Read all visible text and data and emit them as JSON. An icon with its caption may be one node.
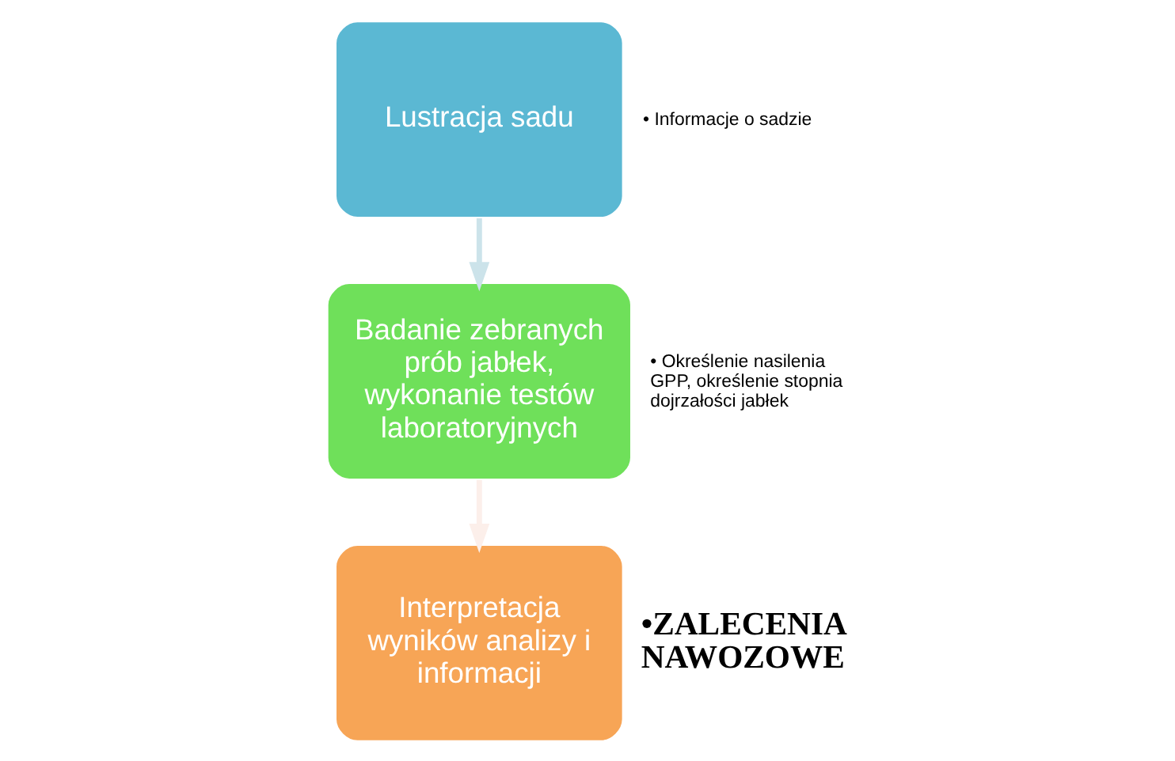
{
  "diagram": {
    "nodes": [
      {
        "text": [
          "Lustracja sadu"
        ],
        "beside": [
          "• Informacje o sadzie"
        ]
      },
      {
        "text": [
          "Badanie zebranych prób jabłek, wykonanie testów laboratoryjnych"
        ],
        "beside": [
          "• Określenie nasilenia GPP, określenie stopnia dojrzałości jabłek"
        ]
      },
      {
        "text": [
          "Interpretacja wyników analizy i informacji"
        ],
        "beside": [
          "•ZALECENIA NAWOZOWE"
        ]
      }
    ],
    "edges": [
      {
        "from": 0,
        "to": 1,
        "arrow": "to",
        "color": "#cce3ea"
      },
      {
        "from": 1,
        "to": 2,
        "arrow": "to",
        "color": "#fcefea"
      }
    ]
  }
}
